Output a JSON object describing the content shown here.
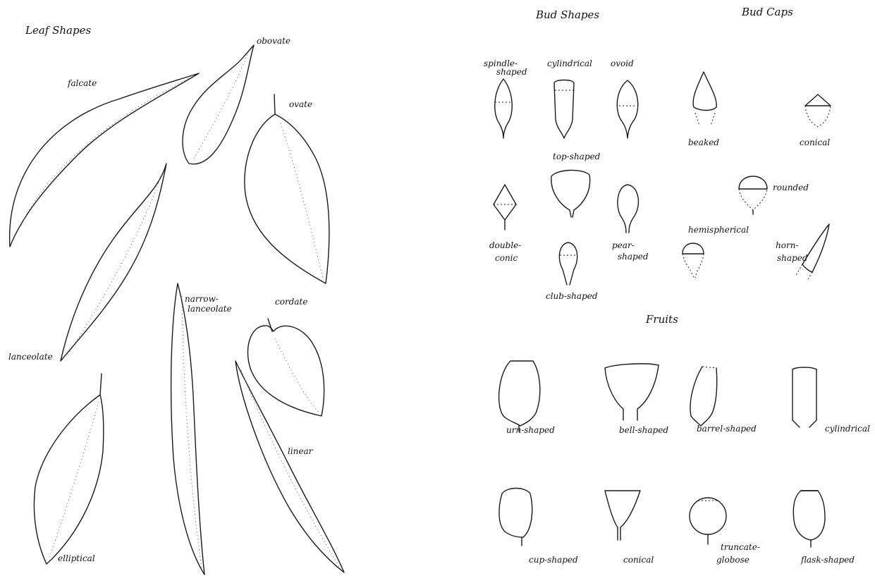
{
  "sections": {
    "leaf_shapes": {
      "title": "Leaf Shapes",
      "items": {
        "falcate": "falcate",
        "obovate": "obovate",
        "ovate": "ovate",
        "lanceolate": "lanceolate",
        "narrow_lanceolate_1": "narrow-",
        "narrow_lanceolate_2": "lanceolate",
        "cordate": "cordate",
        "linear": "linear",
        "elliptical": "elliptical"
      }
    },
    "bud_shapes": {
      "title": "Bud Shapes",
      "items": {
        "spindle_1": "spindle-",
        "spindle_2": "shaped",
        "cylindrical": "cylindrical",
        "ovoid": "ovoid",
        "top_shaped": "top-shaped",
        "double_conic_1": "double-",
        "double_conic_2": "conic",
        "pear_shaped_1": "pear-",
        "pear_shaped_2": "shaped",
        "club_shaped": "club-shaped"
      }
    },
    "bud_caps": {
      "title": "Bud Caps",
      "items": {
        "beaked": "beaked",
        "conical": "conical",
        "rounded": "rounded",
        "hemispherical": "hemispherical",
        "horn_shaped_1": "horn-",
        "horn_shaped_2": "shaped"
      }
    },
    "fruits": {
      "title": "Fruits",
      "items": {
        "urn_shaped": "urn-shaped",
        "bell_shaped": "bell-shaped",
        "barrel_shaped": "barrel-shaped",
        "cylindrical": "cylindrical",
        "cup_shaped": "cup-shaped",
        "conical": "conical",
        "truncate_globose_1": "truncate-",
        "truncate_globose_2": "globose",
        "flask_shaped": "flask-shaped"
      }
    }
  }
}
